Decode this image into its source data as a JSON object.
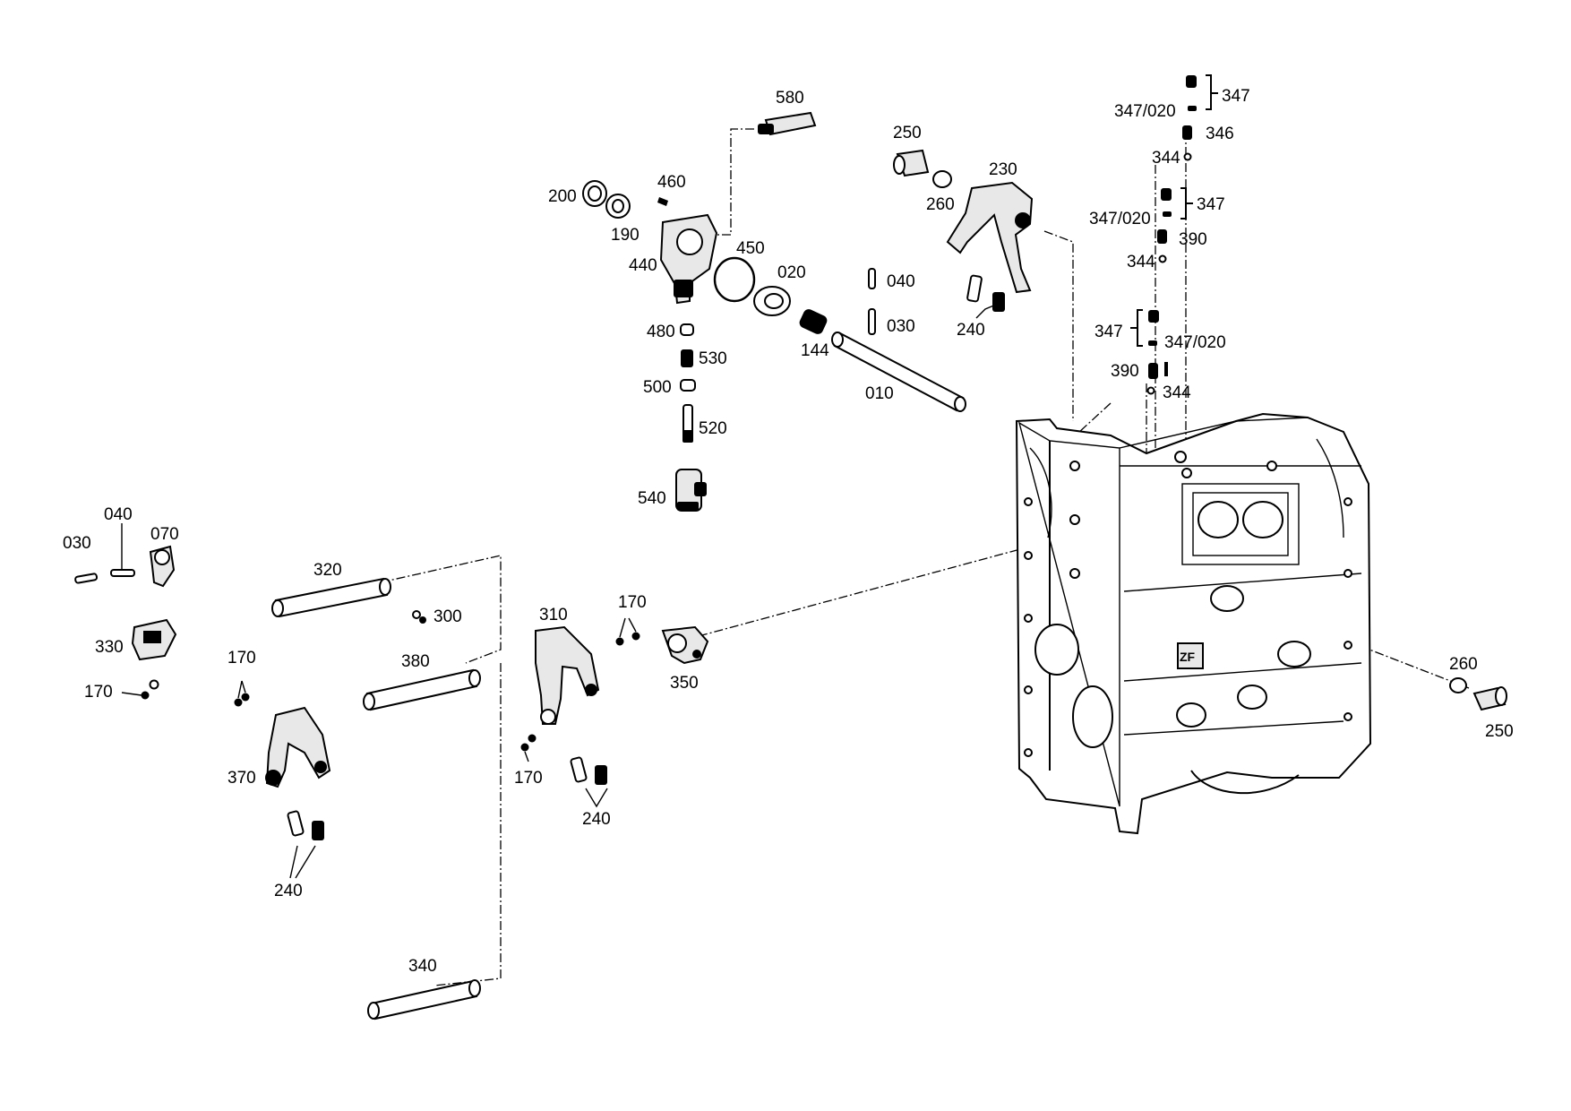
{
  "labels": {
    "p580": "580",
    "p250_top": "250",
    "p230": "230",
    "p347_a": "347",
    "p347_020_a": "347/020",
    "p346": "346",
    "p344_a": "344",
    "p347_b": "347",
    "p347_020_b": "347/020",
    "p390_a": "390",
    "p344_b": "344",
    "p347_c": "347",
    "p347_020_c": "347/020",
    "p390_b": "390",
    "p344_c": "344",
    "p460": "460",
    "p200": "200",
    "p190": "190",
    "p260_top": "260",
    "p450": "450",
    "p440": "440",
    "p020": "020",
    "p040_top": "040",
    "p240_top": "240",
    "p030_top": "030",
    "p480": "480",
    "p144": "144",
    "p530": "530",
    "p500": "500",
    "p010": "010",
    "p520": "520",
    "p540": "540",
    "p040_left": "040",
    "p030_left": "030",
    "p070": "070",
    "p320": "320",
    "p300": "300",
    "p310": "310",
    "p170_mid": "170",
    "p330": "330",
    "p170_left_a": "170",
    "p380": "380",
    "p350": "350",
    "p170_left_b": "170",
    "p260_right": "260",
    "p250_right": "250",
    "p370": "370",
    "p170_lower": "170",
    "p240_mid": "240",
    "p240_left": "240",
    "p340": "340"
  }
}
